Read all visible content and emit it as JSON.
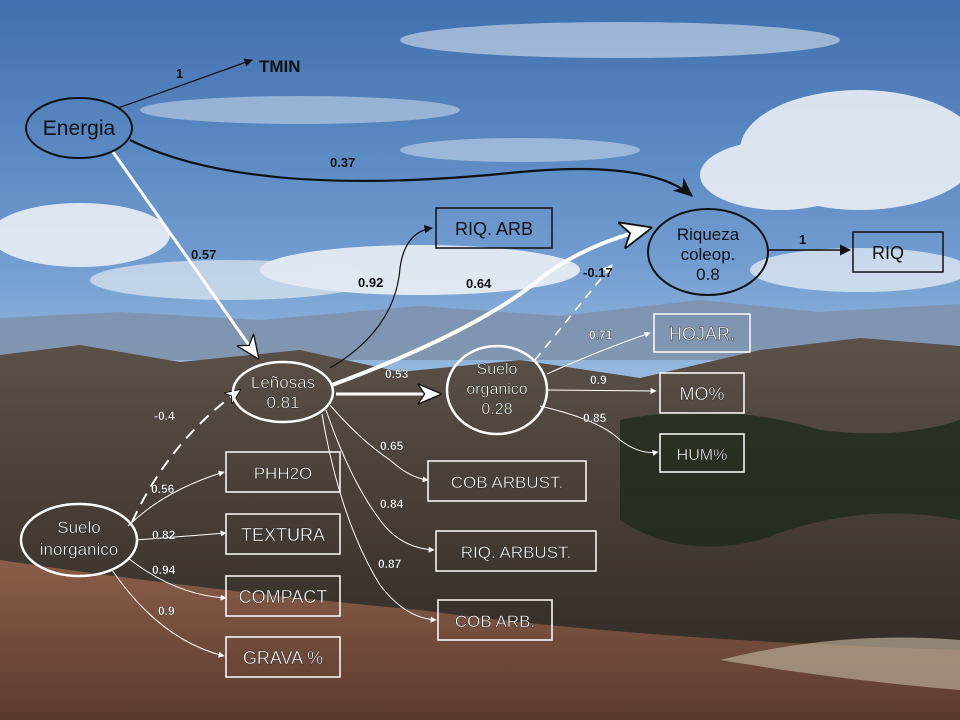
{
  "nodes": {
    "energia": "Energia",
    "tmin": "TMIN",
    "riq_arb": "RIQ. ARB",
    "riqueza": [
      "Riqueza",
      "coleop.",
      "0.8"
    ],
    "riq": "RIQ",
    "lenosas": [
      "Leñosas",
      "0.81"
    ],
    "suelo_organico": [
      "Suelo",
      "organico",
      "0.28"
    ],
    "hojar": "HOJAR.",
    "mo": "MO%",
    "hum": "HUM%",
    "cob_arbust": "COB ARBUST.",
    "riq_arbust": "RIQ. ARBUST.",
    "cob_arb": "COB ARB.",
    "phh2o": "PHH2O",
    "textura": "TEXTURA",
    "compact": "COMPACT",
    "grava": "GRAVA %",
    "suelo_inorganico": [
      "Suelo",
      "inorganico"
    ]
  },
  "coefficients": {
    "energia_tmin": "1",
    "energia_riqueza": "0.37",
    "energia_lenosas": "0.57",
    "riqueza_riq": "1",
    "lenosas_riqarb": "0.92",
    "lenosas_riqueza": "0.64",
    "suelo_org_riqueza": "-0.17",
    "lenosas_suelo_org": "0.53",
    "suelo_org_hojar": "0.71",
    "suelo_org_mo": "0.9",
    "suelo_org_hum": "0.85",
    "lenosas_cob_arbust": "0.65",
    "lenosas_riq_arbust": "0.84",
    "lenosas_cob_arb": "0.87",
    "inorg_lenosas": "-0.4",
    "inorg_phh2o": "0.56",
    "inorg_textura": "0.82",
    "inorg_compact": "0.94",
    "inorg_grava": "0.9"
  },
  "colors": {
    "sky_top": "#3f72b4",
    "cloud": "#f2f4f6",
    "mountain": "#4a3f38",
    "ground": "#6e4a3c",
    "dark_line": "#111111",
    "light_line": "#ffffff"
  }
}
